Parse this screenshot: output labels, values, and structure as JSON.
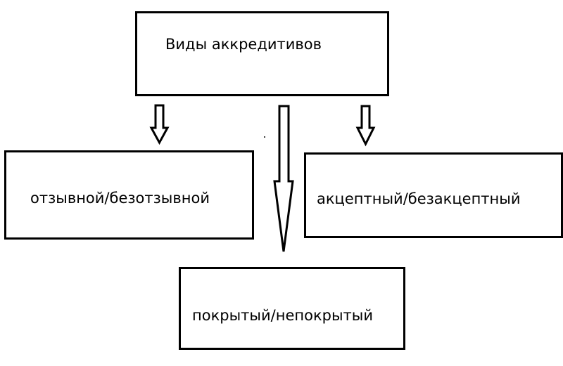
{
  "diagram": {
    "root": {
      "label": "Виды аккредитивов"
    },
    "children": [
      {
        "id": "left",
        "label": "отзывной/безотзывной"
      },
      {
        "id": "center",
        "label": "покрытый/непокрытый"
      },
      {
        "id": "right",
        "label": "акцептный/безакцептный"
      }
    ],
    "colors": {
      "stroke": "#000000",
      "background": "#ffffff"
    }
  }
}
